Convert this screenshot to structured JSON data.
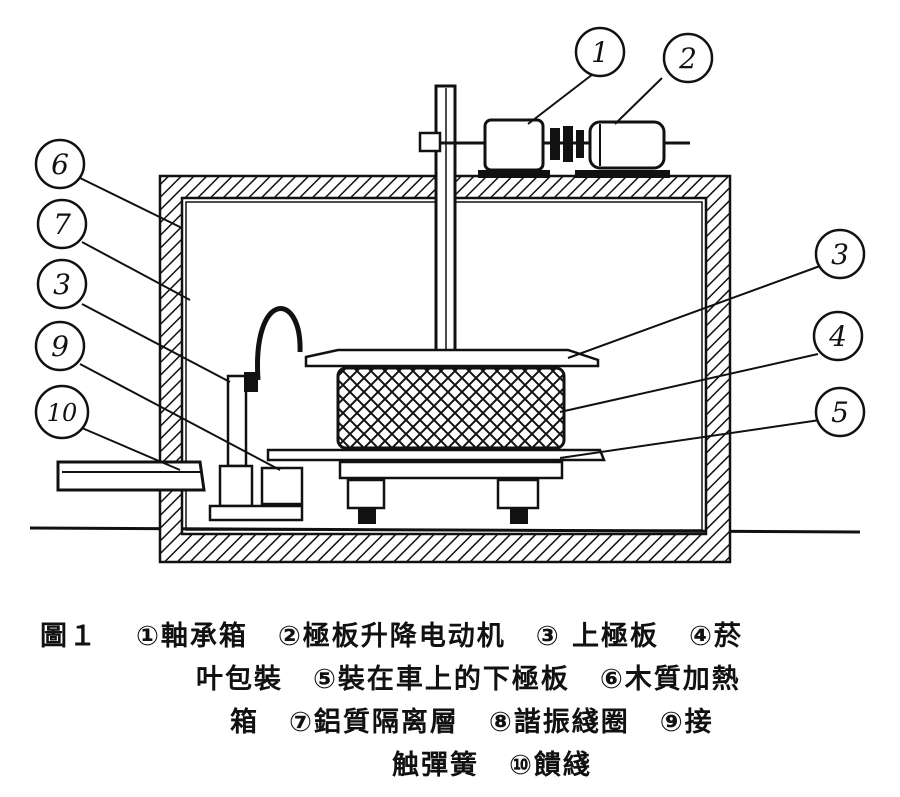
{
  "figure": {
    "callouts": [
      "1",
      "2",
      "3",
      "4",
      "5",
      "6",
      "7",
      "3",
      "9",
      "10"
    ]
  },
  "caption": {
    "figure_id": "圖１",
    "items": {
      "i1": "①軸承箱",
      "i2": "②極板升降电动机",
      "i3": "③ 上極板",
      "i4a": "④菸",
      "i4b": "叶包裝",
      "i5": "⑤裝在車上的下極板",
      "i6a": "⑥木質加熱",
      "i6b": "箱",
      "i7": "⑦鋁質隔离層",
      "i8": "⑧諧振綫圈",
      "i9a": "⑨接",
      "i9b": "触彈簧",
      "i10": "⑩饋綫"
    }
  },
  "colors": {
    "ink": "#111111",
    "paper": "#ffffff"
  }
}
